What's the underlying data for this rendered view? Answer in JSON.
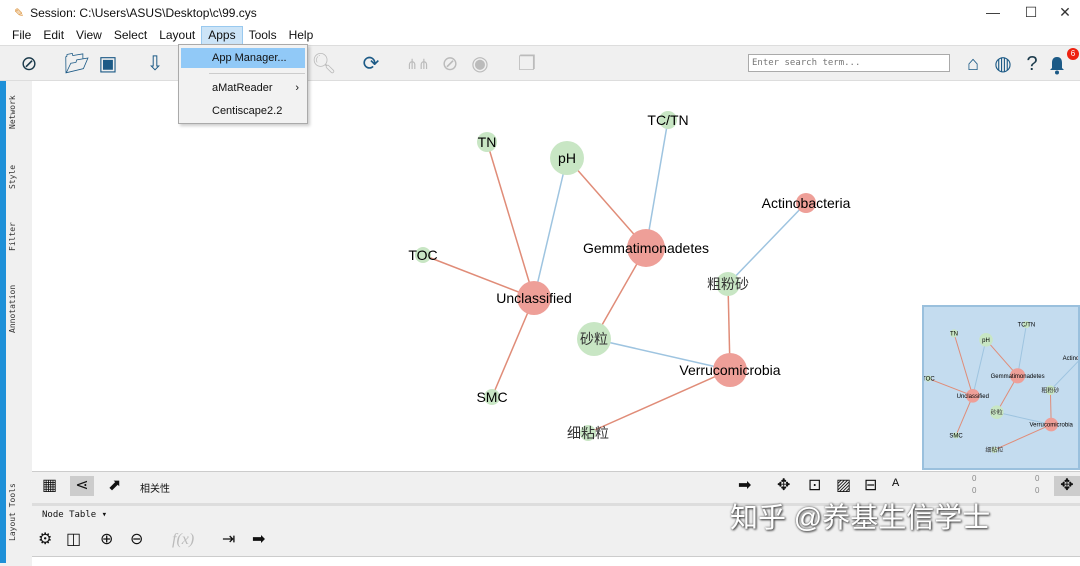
{
  "window": {
    "title": "Session: C:\\Users\\ASUS\\Desktop\\c\\99.cys",
    "minimize": "—",
    "maximize": "☐",
    "close": "✕"
  },
  "menu": [
    "File",
    "Edit",
    "View",
    "Select",
    "Layout",
    "Apps",
    "Tools",
    "Help"
  ],
  "apps_menu": {
    "items": [
      {
        "label": "App Manager...",
        "highlighted": true
      },
      {
        "label": "aMatReader",
        "submenu": "›"
      },
      {
        "label": "Centiscape2.2"
      }
    ]
  },
  "toolbar": {
    "search_placeholder": "Enter search term...",
    "notification_count": "6"
  },
  "left_tabs": [
    "Network",
    "Style",
    "Filter",
    "Annotation",
    "Layout Tools"
  ],
  "network": {
    "colors": {
      "cluster_a": "#ee9f98",
      "cluster_b": "#c8e6c4",
      "edge_positive": "#e08c78",
      "edge_negative": "#9ec4e0"
    },
    "nodes": [
      {
        "id": "TN",
        "type": "b"
      },
      {
        "id": "pH",
        "type": "b"
      },
      {
        "id": "TC/TN",
        "type": "b"
      },
      {
        "id": "Actinobacteria",
        "type": "a"
      },
      {
        "id": "Gemmatimonadetes",
        "type": "a"
      },
      {
        "id": "TOC",
        "type": "b"
      },
      {
        "id": "Unclassified",
        "type": "a"
      },
      {
        "id": "粗粉砂",
        "type": "b"
      },
      {
        "id": "砂粒",
        "type": "b"
      },
      {
        "id": "Verrucomicrobia",
        "type": "a"
      },
      {
        "id": "SMC",
        "type": "b"
      },
      {
        "id": "细粘粒",
        "type": "b"
      }
    ],
    "edges": [
      {
        "s": "TN",
        "t": "Unclassified",
        "sign": "positive"
      },
      {
        "s": "pH",
        "t": "Unclassified",
        "sign": "negative"
      },
      {
        "s": "TOC",
        "t": "Unclassified",
        "sign": "positive"
      },
      {
        "s": "SMC",
        "t": "Unclassified",
        "sign": "positive"
      },
      {
        "s": "pH",
        "t": "Gemmatimonadetes",
        "sign": "positive"
      },
      {
        "s": "TC/TN",
        "t": "Gemmatimonadetes",
        "sign": "negative"
      },
      {
        "s": "Gemmatimonadetes",
        "t": "砂粒",
        "sign": "positive"
      },
      {
        "s": "砂粒",
        "t": "Verrucomicrobia",
        "sign": "negative"
      },
      {
        "s": "粗粉砂",
        "t": "Verrucomicrobia",
        "sign": "positive"
      },
      {
        "s": "Actinobacteria",
        "t": "粗粉砂",
        "sign": "negative"
      },
      {
        "s": "细粘粒",
        "t": "Verrucomicrobia",
        "sign": "positive"
      }
    ]
  },
  "bottom_toolbar": {
    "network_name": "相关性",
    "counts": [
      "0",
      "0",
      "0",
      "0"
    ]
  },
  "table_panel": {
    "title": "Node Table ▾",
    "fx": "f(x)"
  },
  "watermark": "知乎 @养基生信学士"
}
